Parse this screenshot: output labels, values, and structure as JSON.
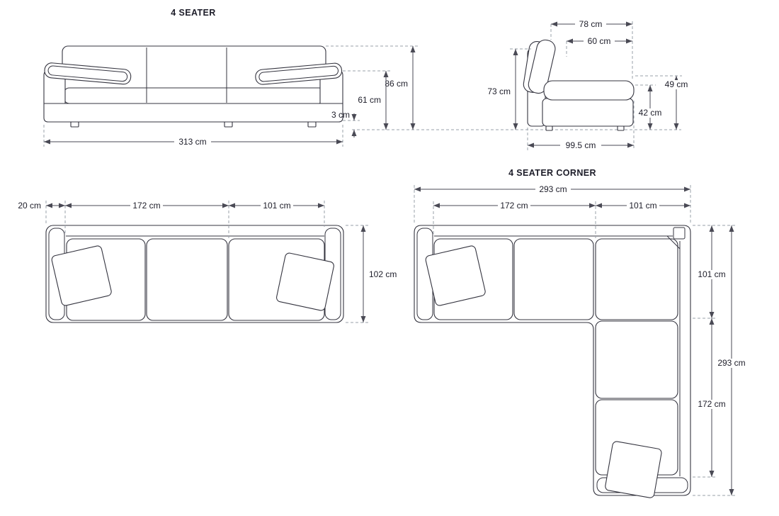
{
  "colors": {
    "bg": "#ffffff",
    "line": "#34343f",
    "dim": "#4a4a55",
    "dash": "#9aa0aa",
    "text": "#1d1d29"
  },
  "titles": {
    "front": "4 SEATER",
    "corner": "4 SEATER CORNER"
  },
  "front_view": {
    "total_width": "313 cm",
    "total_height": "86 cm",
    "arm_height": "61 cm",
    "leg_height": "3 cm"
  },
  "side_view": {
    "top_depth": "78 cm",
    "seat_depth": "60 cm",
    "back_height": "73 cm",
    "cushion_height": "49 cm",
    "seat_height": "42 cm",
    "total_depth": "99.5 cm"
  },
  "plan_view": {
    "arm_width": "20 cm",
    "seat_section_width": "172 cm",
    "end_section_width": "101 cm",
    "depth": "102 cm"
  },
  "corner_view": {
    "total_width": "293 cm",
    "seat_section_width": "172 cm",
    "corner_section_width": "101 cm",
    "right_depth": "101 cm",
    "chaise_length": "172 cm",
    "total_length": "293 cm"
  }
}
